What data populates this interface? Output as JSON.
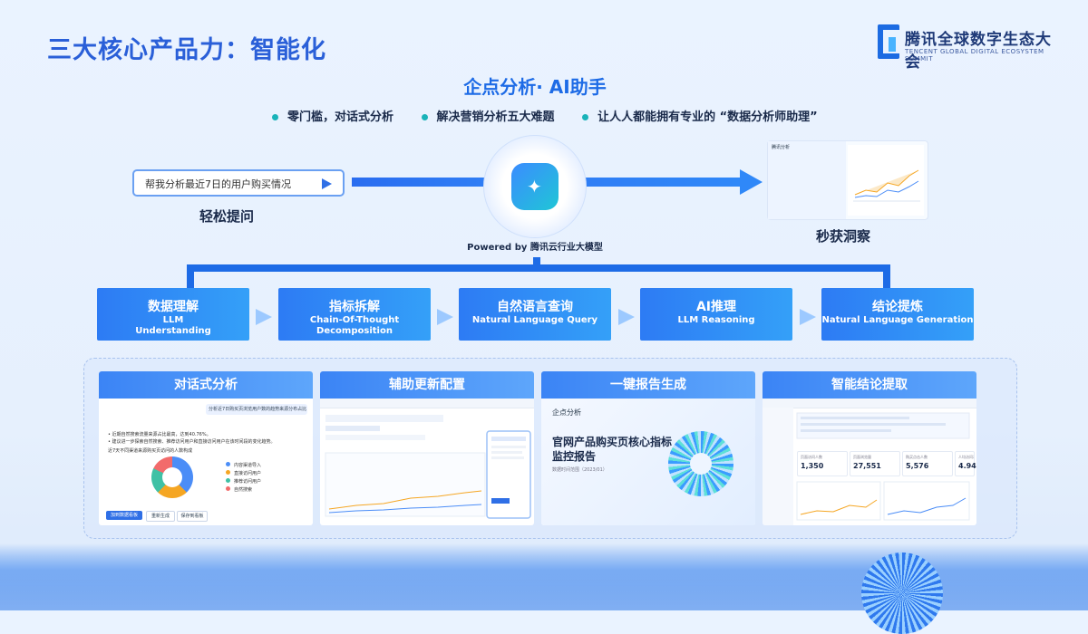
{
  "slide": {
    "title": "三大核心产品力：智能化"
  },
  "brand": {
    "name": "腾讯全球数字生态大会",
    "tagline": "TENCENT GLOBAL DIGITAL ECOSYSTEM SUMMIT"
  },
  "product": {
    "title": "企点分析· AI助手",
    "bullets": [
      "零门槛，对话式分析",
      "解决营销分析五大难题",
      "让人人都能拥有专业的 “数据分析师助理”"
    ]
  },
  "flow": {
    "query": "帮我分析最近7日的用户购买情况",
    "ask_caption": "轻松提问",
    "powered": "Powered by 腾讯云行业大模型",
    "insight_caption": "秒获洞察",
    "insight_tag": "腾讯分析"
  },
  "steps": [
    {
      "zh": "数据理解",
      "en1": "LLM",
      "en2": "Understanding"
    },
    {
      "zh": "指标拆解",
      "en1": "Chain-Of-Thought",
      "en2": "Decomposition"
    },
    {
      "zh": "自然语言查询",
      "en1": "Natural Language Query",
      "en2": ""
    },
    {
      "zh": "AI推理",
      "en1": "LLM  Reasoning",
      "en2": ""
    },
    {
      "zh": "结论提炼",
      "en1": "Natural Language Generation",
      "en2": ""
    }
  ],
  "cards": {
    "c1": {
      "title": "对话式分析",
      "question": "分析近7日购买页浏览用户数的趋势来源分布占比",
      "line1": "• 近期自然搜索流量来源占比最高，达到40.76%。",
      "line2": "• 建议进一步探索自然搜索、推荐访问用户和直接访问用户在该时间段的变化趋势。",
      "chart_title": "近7天不同渠道来源购买页访问的人数构成",
      "legend": [
        "内容渠道导入",
        "直接访问用户",
        "推荐访问用户",
        "自然搜索"
      ],
      "btn1": "加到数据看板",
      "btn2": "重新生成",
      "btn3": "保存到看板"
    },
    "c2": {
      "title": "辅助更新配置"
    },
    "c3": {
      "title": "一键报告生成",
      "logo": "企点分析",
      "report_title": "官网产品购买页核心指标监控报告",
      "report_sub": "数据时间范围（2023/01）"
    },
    "c4": {
      "title": "智能结论提取",
      "kpis": [
        {
          "label": "页面访问人数",
          "value": "1,350"
        },
        {
          "label": "页面浏览量",
          "value": "27,551"
        },
        {
          "label": "购买点击人数",
          "value": "5,576"
        },
        {
          "label": "人均访问次数",
          "value": "4.94"
        }
      ]
    }
  },
  "colors": {
    "accent": "#1d6be6",
    "brand": "#2a5fd8",
    "teal": "#19b3b9"
  }
}
